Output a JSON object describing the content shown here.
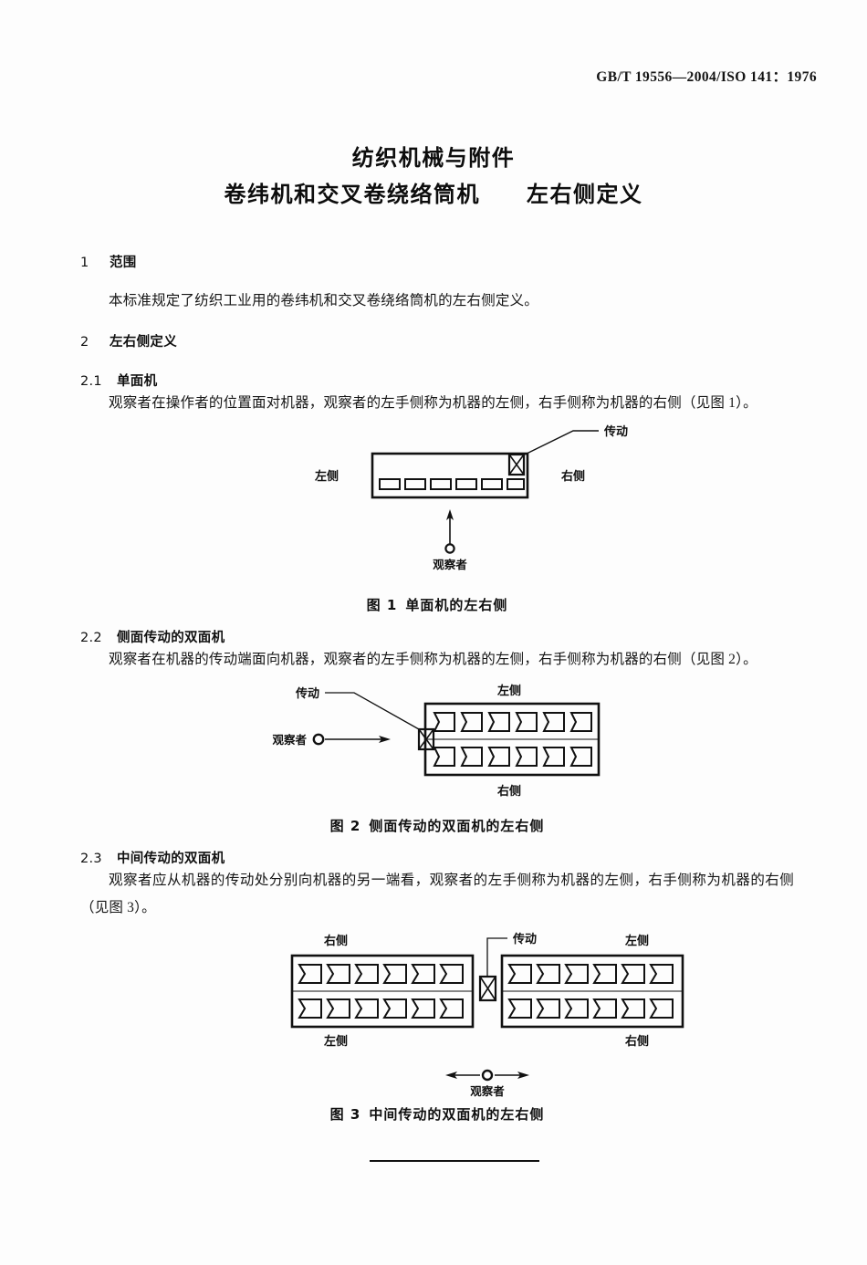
{
  "header": {
    "standard_code": "GB/T 19556—2004/ISO 141：1976"
  },
  "title": {
    "line1": "纺织机械与附件",
    "line2": "卷纬机和交叉卷绕络筒机　　左右侧定义"
  },
  "clauses": {
    "c1": {
      "num": "1",
      "heading": "范围",
      "body": "本标准规定了纺织工业用的卷纬机和交叉卷绕络筒机的左右侧定义。"
    },
    "c2": {
      "num": "2",
      "heading": "左右侧定义"
    },
    "c21": {
      "num": "2.1",
      "heading": "单面机",
      "body": "观察者在操作者的位置面对机器，观察者的左手侧称为机器的左侧，右手侧称为机器的右侧（见图 1）。"
    },
    "c22": {
      "num": "2.2",
      "heading": "侧面传动的双面机",
      "body": "观察者在机器的传动端面向机器，观察者的左手侧称为机器的左侧，右手侧称为机器的右侧（见图 2）。"
    },
    "c23": {
      "num": "2.3",
      "heading": "中间传动的双面机",
      "body": "观察者应从机器的传动处分别向机器的另一端看，观察者的左手侧称为机器的左侧，右手侧称为机器的右侧（见图 3）。"
    }
  },
  "figures": {
    "fig1": {
      "caption_num": "图 1",
      "caption_text": "单面机的左右侧",
      "label_drive": "传动",
      "label_left": "左侧",
      "label_right": "右侧",
      "label_observer": "观察者",
      "spindle_count": 6
    },
    "fig2": {
      "caption_num": "图 2",
      "caption_text": "侧面传动的双面机的左右侧",
      "label_drive": "传动",
      "label_top": "左侧",
      "label_bottom": "右侧",
      "label_observer": "观察者",
      "spindle_count_per_row": 6,
      "row_count": 2
    },
    "fig3": {
      "caption_num": "图 3",
      "caption_text": "中间传动的双面机的左右侧",
      "label_drive": "传动",
      "left_box_top": "右侧",
      "left_box_bottom": "左侧",
      "right_box_top": "左侧",
      "right_box_bottom": "右侧",
      "label_observer": "观察者",
      "spindle_count_per_row": 6,
      "row_count": 2,
      "box_count": 2
    }
  },
  "colors": {
    "ink": "#111111",
    "paper": "#fdfdfd"
  }
}
